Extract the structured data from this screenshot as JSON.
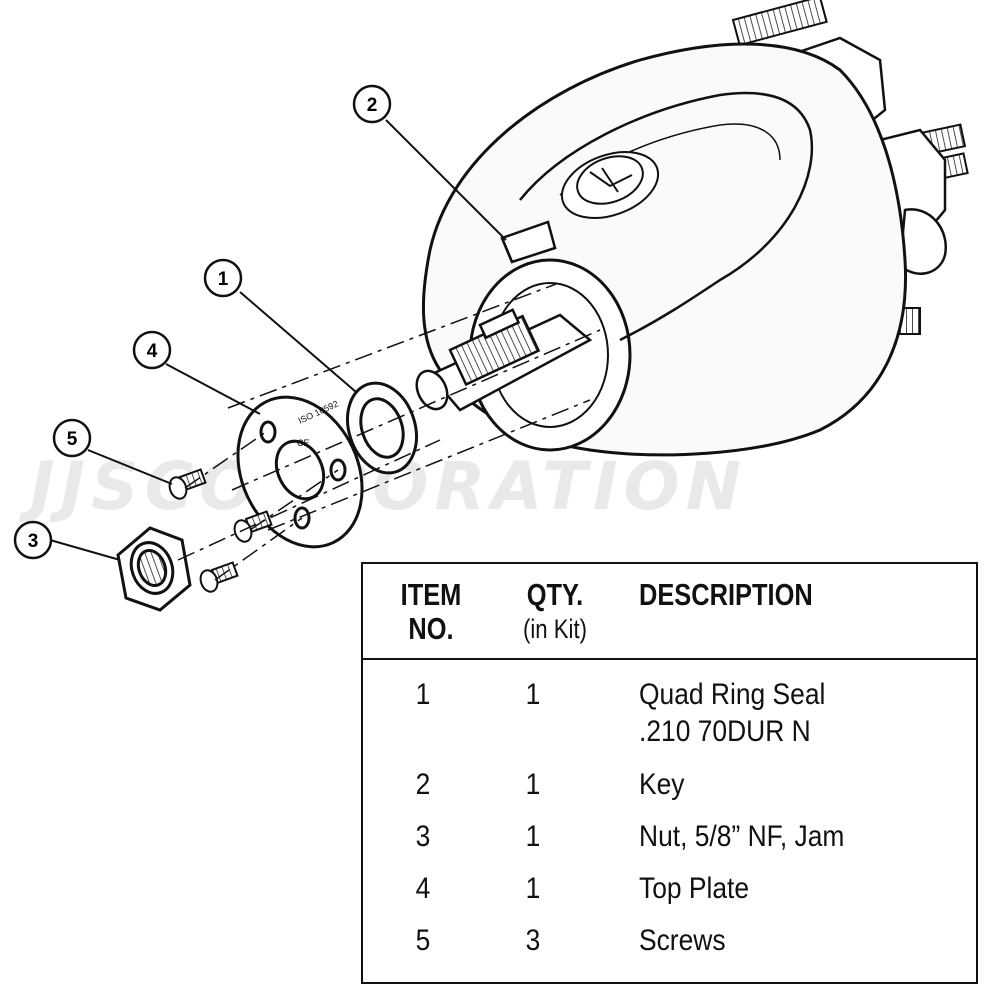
{
  "watermark": "JJSCORPORATION",
  "diagram": {
    "plate_text_1": "ISO 10592",
    "plate_text_2": "CE",
    "callouts": [
      {
        "number": "1"
      },
      {
        "number": "2"
      },
      {
        "number": "3"
      },
      {
        "number": "4"
      },
      {
        "number": "5"
      }
    ]
  },
  "table": {
    "headers": {
      "item": "ITEM",
      "item_sub": "NO.",
      "qty": "QTY.",
      "qty_sub": "(in Kit)",
      "description": "DESCRIPTION"
    },
    "rows": [
      {
        "item": "1",
        "qty": "1",
        "description": "Quad Ring Seal",
        "description_2": ".210 70DUR N"
      },
      {
        "item": "2",
        "qty": "1",
        "description": "Key"
      },
      {
        "item": "3",
        "qty": "1",
        "description": "Nut, 5/8” NF, Jam"
      },
      {
        "item": "4",
        "qty": "1",
        "description": "Top Plate"
      },
      {
        "item": "5",
        "qty": "3",
        "description": "Screws"
      }
    ]
  }
}
